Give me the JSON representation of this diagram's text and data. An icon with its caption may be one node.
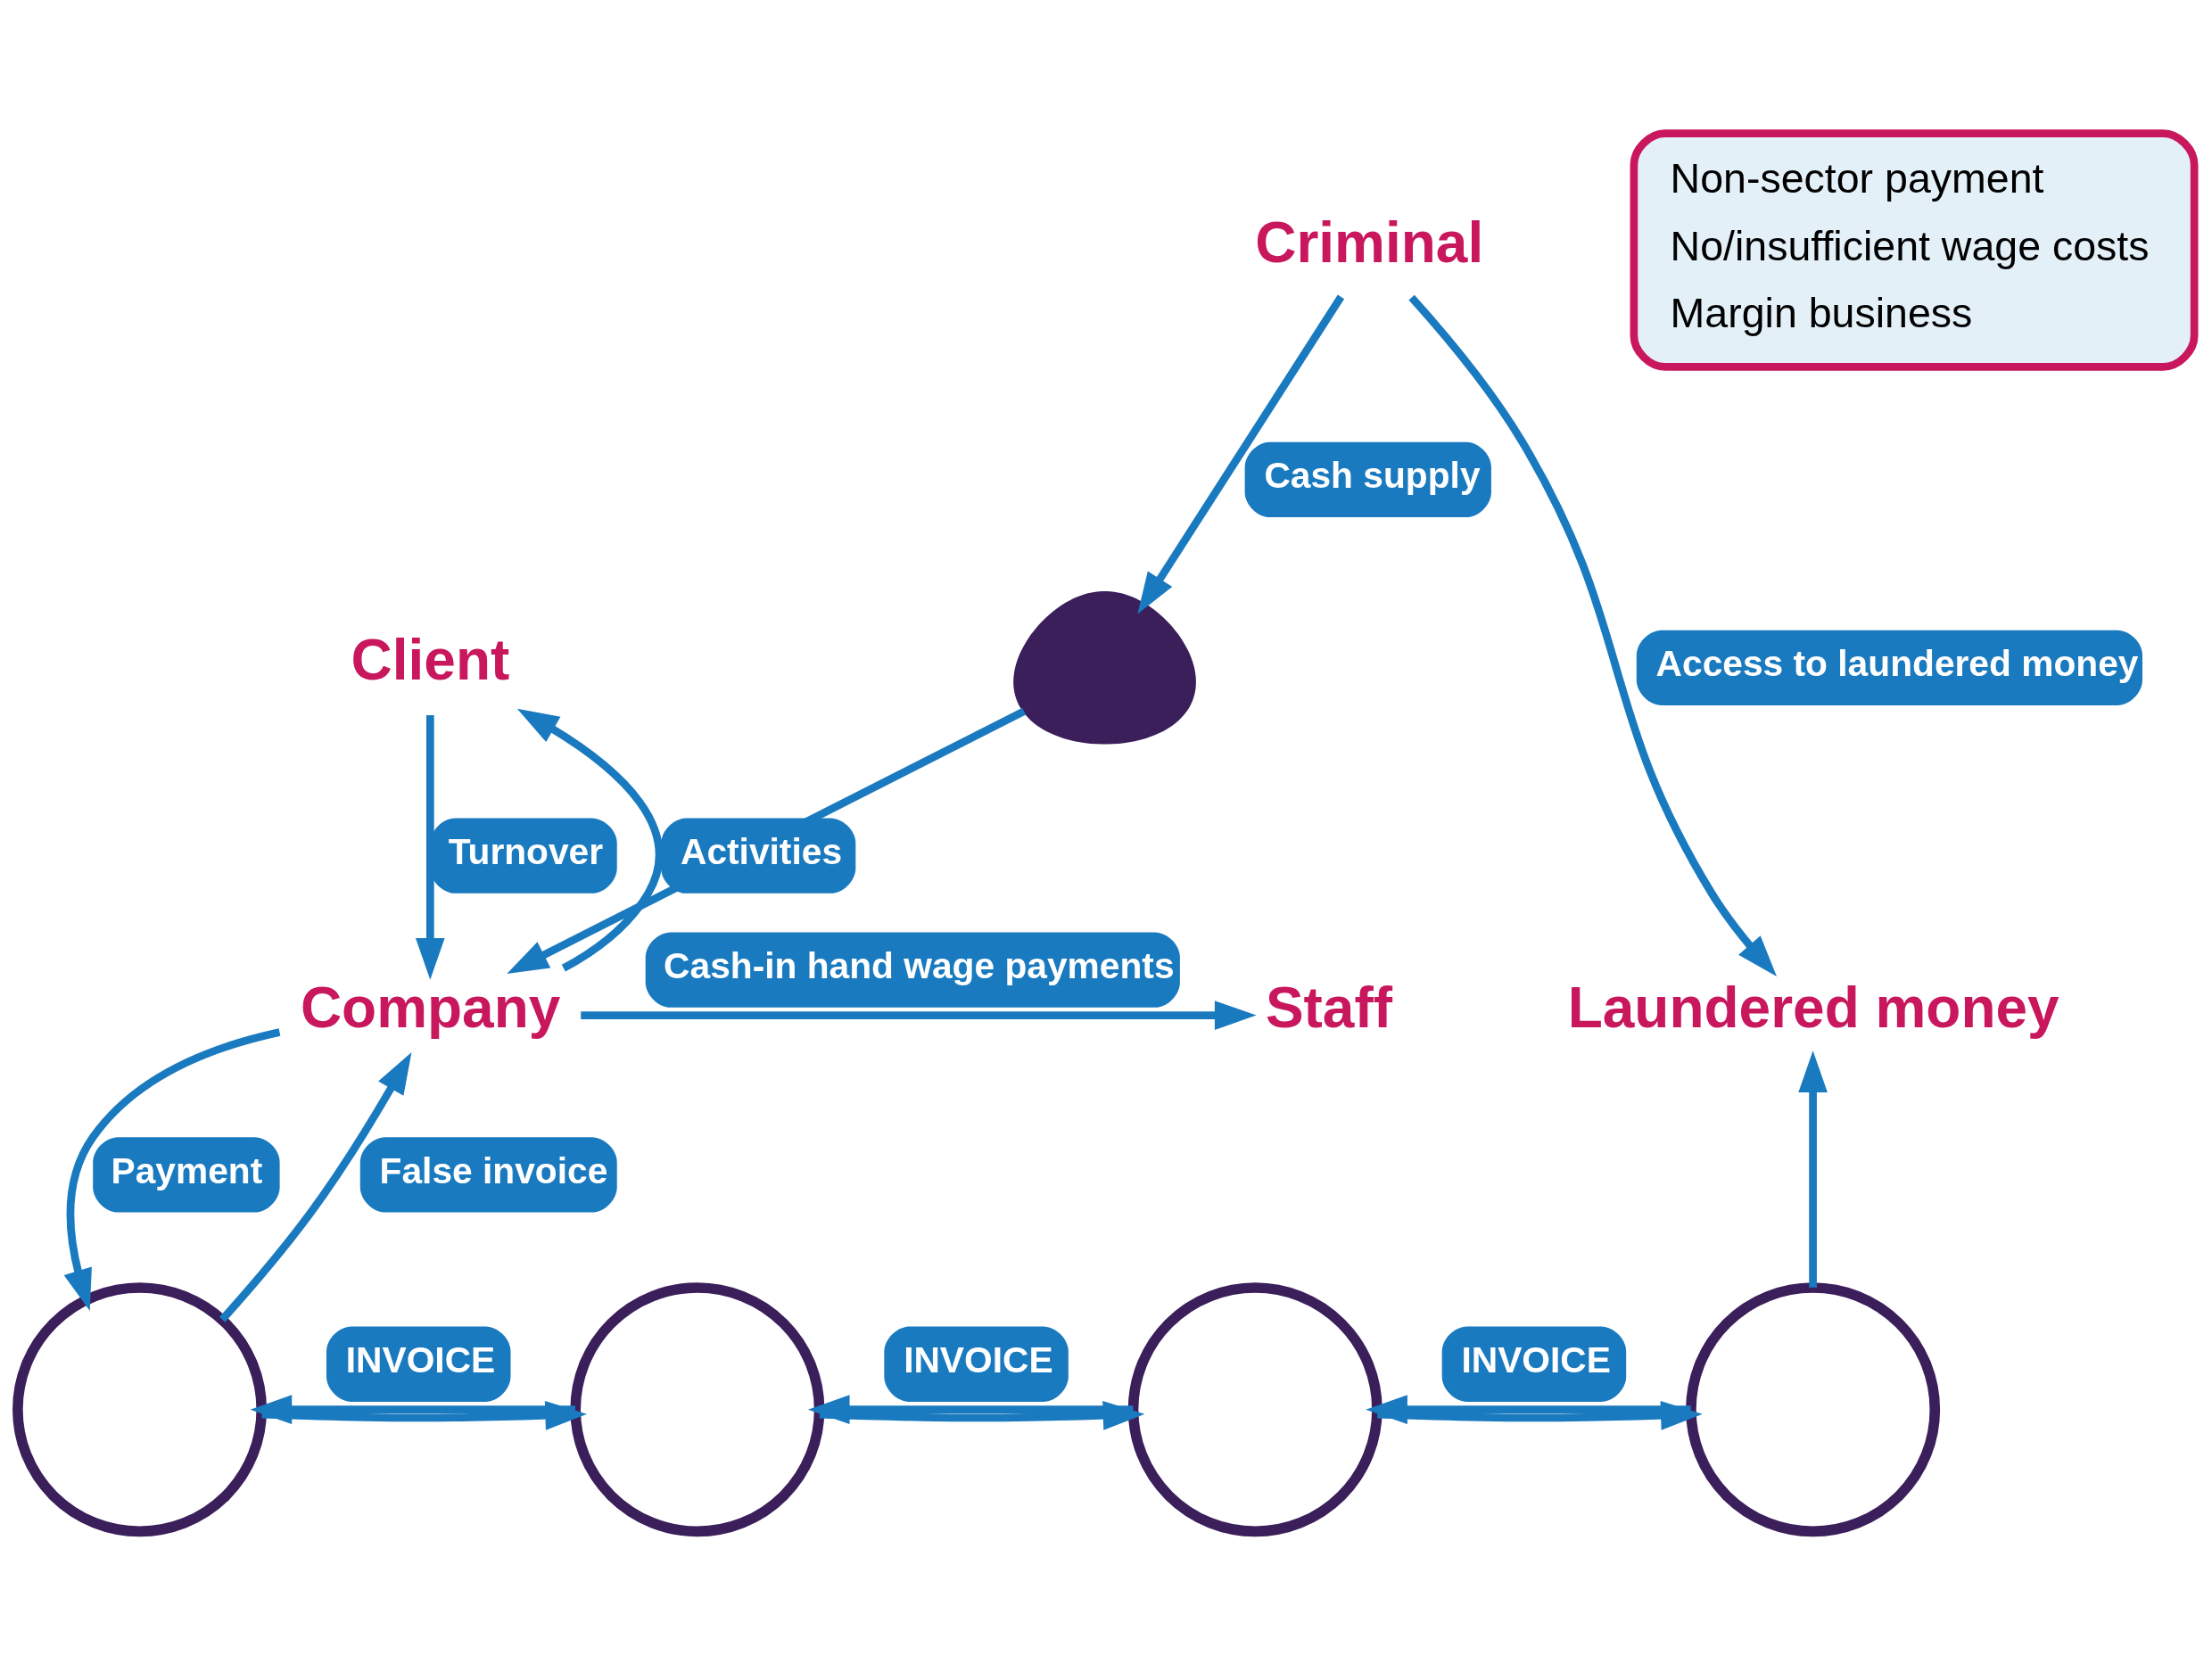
{
  "diagram": {
    "nodes": [
      {
        "text": [
          "Criminal"
        ]
      },
      {
        "text": [
          "Client"
        ]
      },
      {
        "text": [],
        "shape": "bag"
      },
      {
        "text": [
          "Company"
        ]
      },
      {
        "text": [
          "Staff"
        ]
      },
      {
        "text": [
          "Laundered money"
        ]
      },
      {
        "text": [],
        "shape": "circle"
      },
      {
        "text": [],
        "shape": "circle"
      },
      {
        "text": [],
        "shape": "circle"
      },
      {
        "text": [],
        "shape": "circle"
      },
      {
        "text": [
          "Non-sector payment",
          "No/insufficient wage costs",
          "Margin business"
        ]
      }
    ],
    "edges": [
      {
        "from": 0,
        "to": 2,
        "arrow": "to",
        "label": "Cash supply"
      },
      {
        "from": 2,
        "to": 3,
        "arrow": "to"
      },
      {
        "from": 0,
        "to": 5,
        "arrow": "to",
        "label": "Access to laundered money"
      },
      {
        "from": 3,
        "to": 1,
        "arrow": "to",
        "label": "Activities"
      },
      {
        "from": 1,
        "to": 3,
        "arrow": "to",
        "label": "Turnover"
      },
      {
        "from": 3,
        "to": 4,
        "arrow": "to",
        "label": "Cash-in hand wage payments"
      },
      {
        "from": 6,
        "to": 3,
        "arrow": "to",
        "label": "False invoice"
      },
      {
        "from": 3,
        "to": 6,
        "arrow": "to",
        "label": "Payment"
      },
      {
        "from": 7,
        "to": 6,
        "arrow": "to",
        "label": "INVOICE"
      },
      {
        "from": 6,
        "to": 7,
        "arrow": "to"
      },
      {
        "from": 8,
        "to": 7,
        "arrow": "to",
        "label": "INVOICE"
      },
      {
        "from": 7,
        "to": 8,
        "arrow": "to"
      },
      {
        "from": 9,
        "to": 8,
        "arrow": "to",
        "label": "INVOICE"
      },
      {
        "from": 8,
        "to": 9,
        "arrow": "to"
      },
      {
        "from": 9,
        "to": 5,
        "arrow": "to"
      }
    ]
  }
}
